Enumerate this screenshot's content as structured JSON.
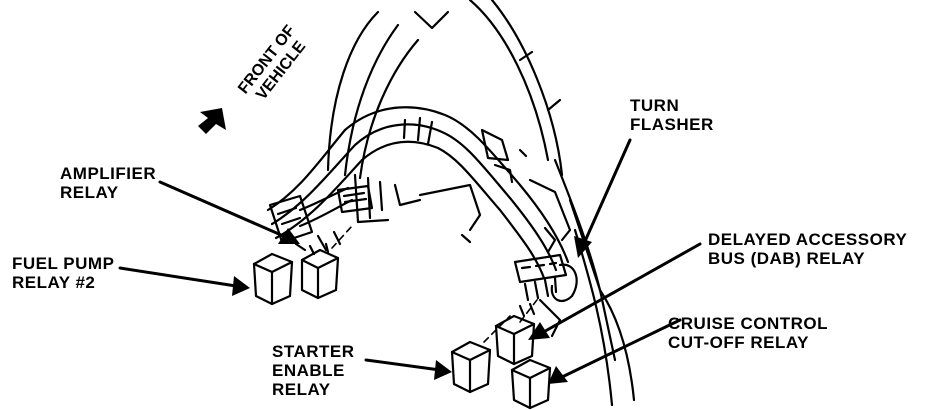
{
  "labels": {
    "front_of_vehicle": [
      "FRONT OF",
      "VEHICLE"
    ],
    "turn_flasher": [
      "TURN",
      "FLASHER"
    ],
    "amplifier_relay": [
      "AMPLIFIER",
      "RELAY"
    ],
    "fuel_pump_relay": [
      "FUEL PUMP",
      "RELAY #2"
    ],
    "delayed_accessory": [
      "DELAYED ACCESSORY",
      "BUS (DAB) RELAY"
    ],
    "cruise_control": [
      "CRUISE CONTROL",
      "CUT-OFF RELAY"
    ],
    "starter_enable": [
      "STARTER",
      "ENABLE",
      "RELAY"
    ]
  },
  "colors": {
    "ink": "#000000",
    "paper": "#ffffff"
  }
}
